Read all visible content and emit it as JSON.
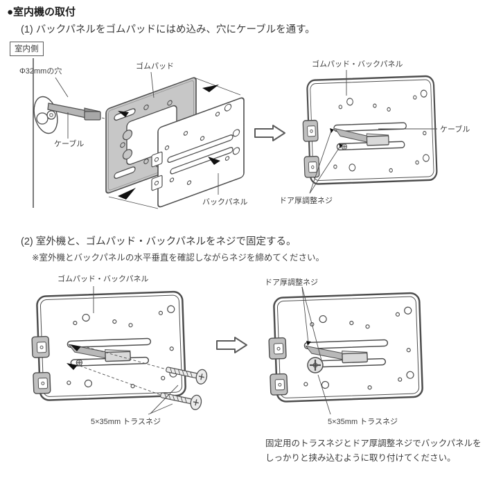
{
  "title": "●室内機の取付",
  "step1": {
    "heading": "(1) バックパネルをゴムパッドにはめ込み、穴にケーブルを通す。",
    "indoor_side_label": "室内側",
    "labels": {
      "hole_diameter": "Φ32mmの穴",
      "cable_left": "ケーブル",
      "rubber_pad": "ゴムパッド",
      "back_panel": "バックパネル",
      "assembled": "ゴムパッド・バックパネル",
      "cable_right": "ケーブル",
      "door_screw": "ドア厚調整ネジ"
    }
  },
  "step2": {
    "heading": "(2) 室外機と、ゴムパッド・バックパネルをネジで固定する。",
    "note": "※室外機とバックパネルの水平垂直を確認しながらネジを締めてください。",
    "labels": {
      "assembled": "ゴムパッド・バックパネル",
      "truss_screw_left": "5×35mm トラスネジ",
      "door_screw": "ドア厚調整ネジ",
      "truss_screw_right": "5×35mm トラスネジ"
    },
    "footnote_line1": "固定用のトラスネジとドア厚調整ネジでバックパネルを",
    "footnote_line2": "しっかりと挟み込むように取り付けてください。"
  },
  "colors": {
    "line": "#4d4d4d",
    "pad_gray": "#c7c7c7",
    "clip_gray": "#c0c0c0",
    "text": "#333333"
  }
}
